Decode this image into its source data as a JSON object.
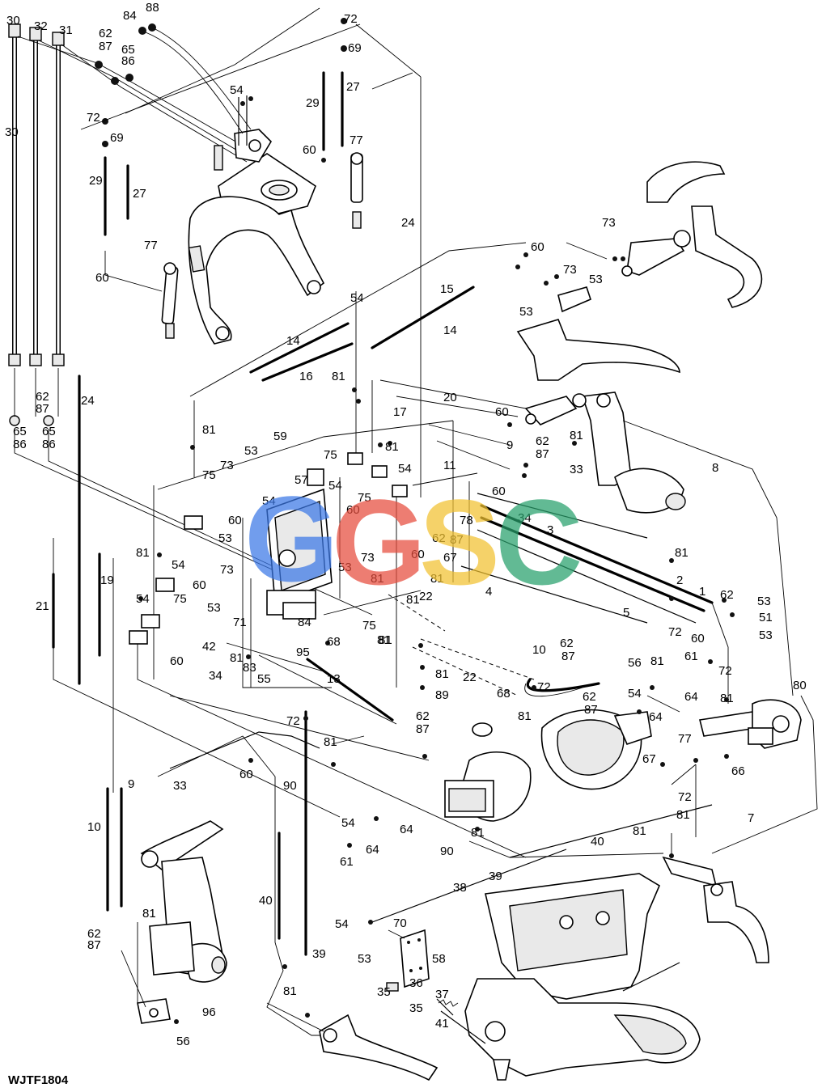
{
  "figure_code": "WJTF1804",
  "watermark": {
    "letters": [
      "G",
      "G",
      "S",
      "C"
    ],
    "colors": [
      "#3b78e7",
      "#e74c3c",
      "#f2c230",
      "#27a06b"
    ]
  },
  "callouts": {
    "c30": "30",
    "c32": "32",
    "c31": "31",
    "c84": "84",
    "c88": "88",
    "c72": "72",
    "c69": "69",
    "c62": "62",
    "c87": "87",
    "c65": "65",
    "c86": "86",
    "c54": "54",
    "c27": "27",
    "c29": "29",
    "c77": "77",
    "c60": "60",
    "c24": "24",
    "c73": "73",
    "c53": "53",
    "c15": "15",
    "c14": "14",
    "c16": "16",
    "c81": "81",
    "c20": "20",
    "c17": "17",
    "c9": "9",
    "c11": "11",
    "c33": "33",
    "c8": "8",
    "c59": "59",
    "c57": "57",
    "c75": "75",
    "c34": "34",
    "c3": "3",
    "c67": "67",
    "c4": "4",
    "c2": "2",
    "c1": "1",
    "c51": "51",
    "c19": "19",
    "c21": "21",
    "c22": "22",
    "c71": "71",
    "c42": "42",
    "c83": "83",
    "c55": "55",
    "c95": "95",
    "c68": "68",
    "c89": "89",
    "c10": "10",
    "c56": "56",
    "c5": "5",
    "c61": "61",
    "c64": "64",
    "c80": "80",
    "c13": "13",
    "c66": "66",
    "c7": "7",
    "c90": "90",
    "c40": "40",
    "c39": "39",
    "c38": "38",
    "c70": "70",
    "c58": "58",
    "c36": "36",
    "c35": "35",
    "c37": "37",
    "c41": "41",
    "c96": "96",
    "c78": "78"
  }
}
